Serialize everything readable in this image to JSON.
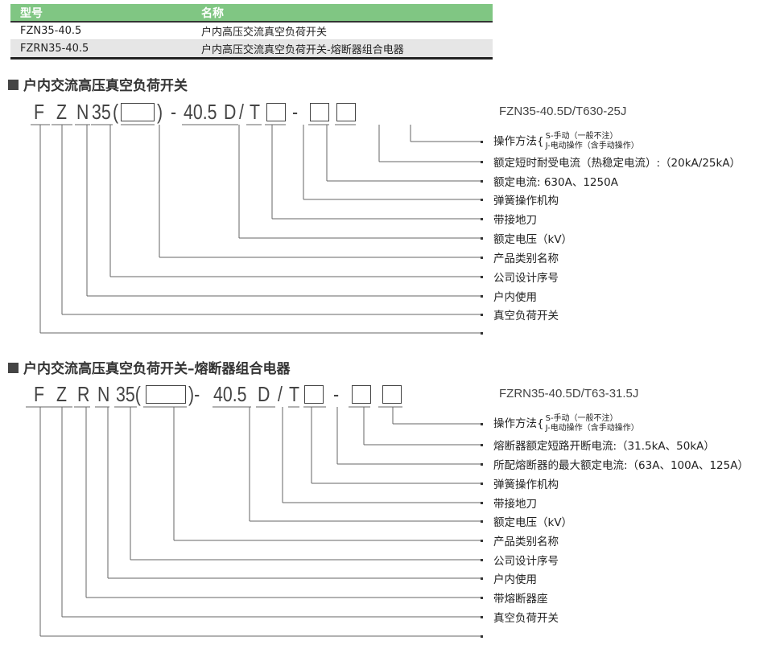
{
  "table": {
    "headers": [
      "型号",
      "名称"
    ],
    "rows": [
      [
        "FZN35-40.5",
        "户内高压交流真空负荷开关"
      ],
      [
        "FZRN35-40.5",
        "户内高压交流真空负荷开关-熔断器组合电器"
      ]
    ]
  },
  "section1": {
    "title": "户内交流高压真空负荷开关",
    "code": [
      "F",
      "Z",
      "N",
      "35",
      "(",
      ")",
      "-",
      "40.5",
      "D",
      "/",
      "T",
      "-"
    ],
    "example": "FZN35-40.5D/T630-25J",
    "op": {
      "label": "操作方法{",
      "s": "S-手动（一般不注）",
      "j": "J-电动操作（含手动操作）"
    },
    "labels": [
      "额定短时耐受电流（热稳定电流）:（20kA/25kA）",
      "额定电流: 630A、1250A",
      "弹簧操作机构",
      "带接地刀",
      "额定电压（kV）",
      "产品类别名称",
      "公司设计序号",
      "户内使用",
      "真空负荷开关"
    ]
  },
  "section2": {
    "title": "户内交流高压真空负荷开关–熔断器组合电器",
    "code": [
      "F",
      "Z",
      "R",
      "N",
      "35(",
      ")-",
      "40.5",
      "D",
      "/",
      "T",
      "-"
    ],
    "example": "FZRN35-40.5D/T63-31.5J",
    "op": {
      "label": "操作方法{",
      "s": "S-手动（一般不注）",
      "j": "J-电动操作（含手动操作）"
    },
    "labels": [
      "熔断器额定短路开断电流:（31.5kA、50kA）",
      "所配熔断器的最大额定电流:（63A、100A、125A）",
      "弹簧操作机构",
      "带接地刀",
      "额定电压（kV）",
      "产品类别名称",
      "公司设计序号",
      "户内使用",
      "带熔断器座",
      "真空负荷开关"
    ]
  },
  "colors": {
    "header": "#80c683"
  }
}
